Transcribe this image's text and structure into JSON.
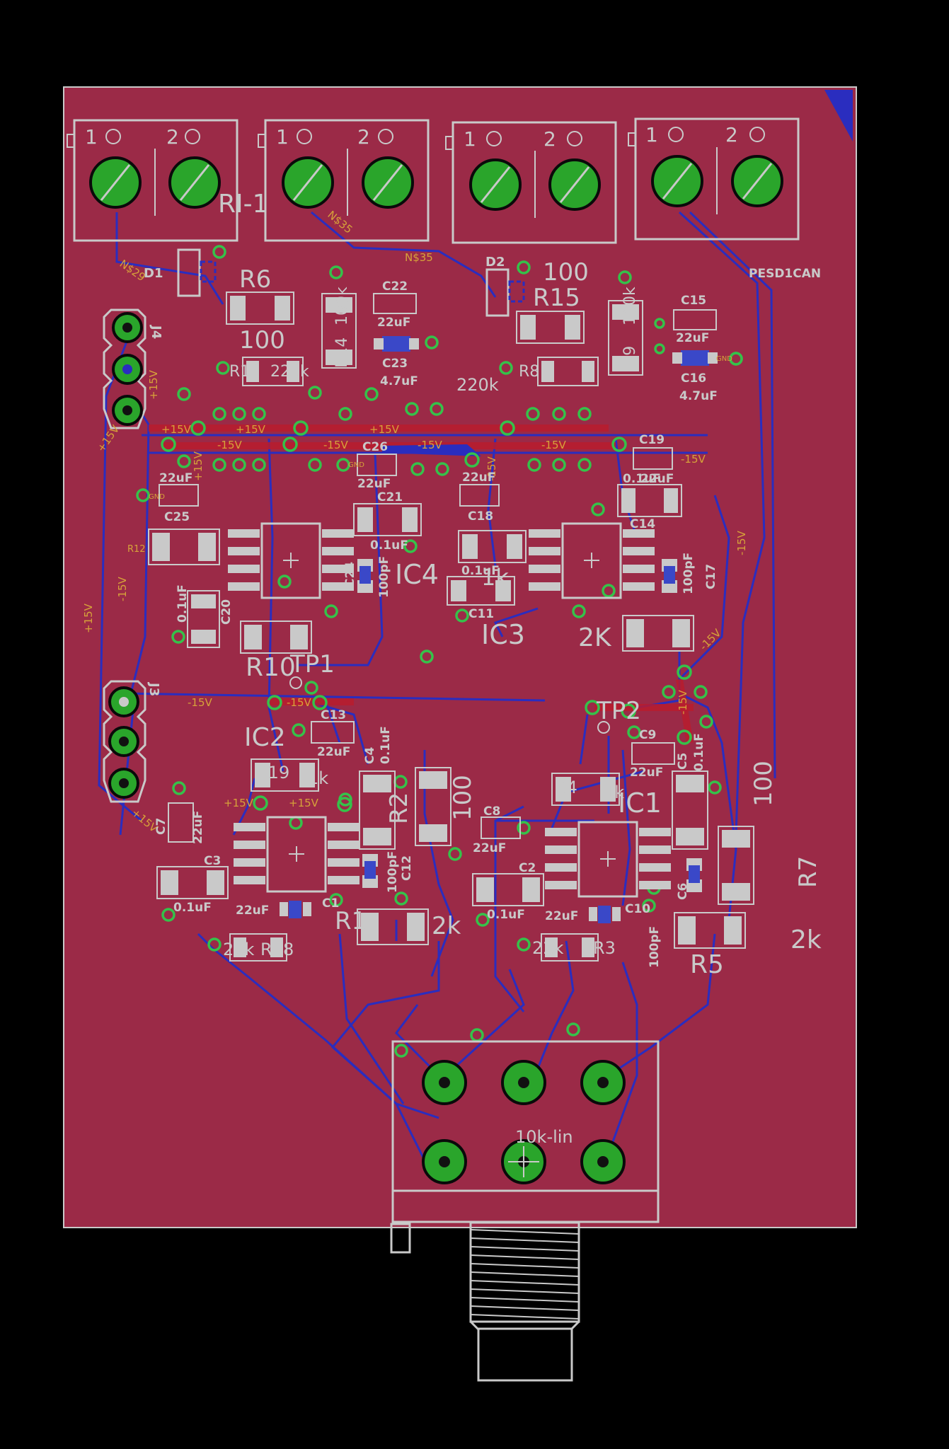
{
  "colors": {
    "background": "#000000",
    "board": "#9b2a47",
    "trace_bottom": "#2a2dbf",
    "trace_top": "#b81c2e",
    "via": "#35c24a",
    "pad": "#2aa52b",
    "silkscreen": "#c9c9c9",
    "net_label": "#d6a23a"
  },
  "connectors": {
    "terminal_pin_1": "1",
    "terminal_pin_2": "2",
    "ri1": "RI-1",
    "j4": "J4",
    "j3": "J3"
  },
  "nets": {
    "n29": "N$29",
    "n35a": "N$35",
    "n35b": "N$35",
    "pesd": "PESD1CAN",
    "p15": "+15V",
    "m15": "-15V",
    "gnd": "GND"
  },
  "components": {
    "d1": "D1",
    "d2": "D2",
    "r6": "R6",
    "r6_val": "100",
    "r14": "R14",
    "r14_val": "100k",
    "c22": "C22",
    "c22_val": "22uF",
    "c23": "C23",
    "c23_val": "4.7uF",
    "r13": "R13",
    "r13_val": "220k",
    "r15": "R15",
    "r15_val": "100",
    "r9": "R9",
    "r9_val": "100k",
    "c15": "C15",
    "c15_val": "22uF",
    "c16": "C16",
    "c16_val": "4.7uF",
    "r8": "R8",
    "r8_val": "220k",
    "c26": "C26",
    "c26_val": "22uF",
    "c21": "C21",
    "c21_val": "0.1uF",
    "c25": "C25",
    "c25_val": "22uF",
    "r12": "R12",
    "c20": "C20",
    "c20_val": "0.1uF",
    "c24": "C24",
    "c24_val": "100pF",
    "ic4": "IC4",
    "r10": "R10",
    "tp1": "TP1",
    "c18": "C18",
    "c18_val": "22uF",
    "c11": "C11",
    "c11_val": "0.1uF",
    "r11_val": "1k",
    "ic3": "IC3",
    "c19": "C19",
    "c19_val": "0.1uF",
    "c14": "C14",
    "c14_val": "22uF",
    "c17": "C17",
    "c17_val": "100pF",
    "r16_val": "2K",
    "ic2": "IC2",
    "c13": "C13",
    "c13_val": "22uF",
    "r19": "R19",
    "r19_val": "1k",
    "c4": "C4",
    "c4_val": "0.1uF",
    "r2": "R2",
    "r2_val": "100",
    "c7": "C7",
    "c7_val": "22uF",
    "c3": "C3",
    "c3_val": "0.1uF",
    "c12": "C12",
    "c12_val": "100pF",
    "c1": "C1",
    "c1_val": "22uF",
    "r1": "R1",
    "r1_val": "2k",
    "r18": "R18",
    "r18_val": "22k",
    "c8": "C8",
    "c8_val": "22uF",
    "c2": "C2",
    "c2_val": "0.1uF",
    "tp2": "TP2",
    "c9": "C9",
    "c9_val": "22uF",
    "c5": "C5",
    "c5_val": "0.1uF",
    "r4": "R4",
    "r4_val": "1k",
    "ic1": "IC1",
    "c6": "C6",
    "c10": "C10",
    "c10_val": "100pF",
    "r3": "R3",
    "r3_val": "22k",
    "r5": "R5",
    "r7": "R7",
    "r7_val": "100",
    "r5_val": "2k",
    "pot_val": "10k-lin"
  }
}
